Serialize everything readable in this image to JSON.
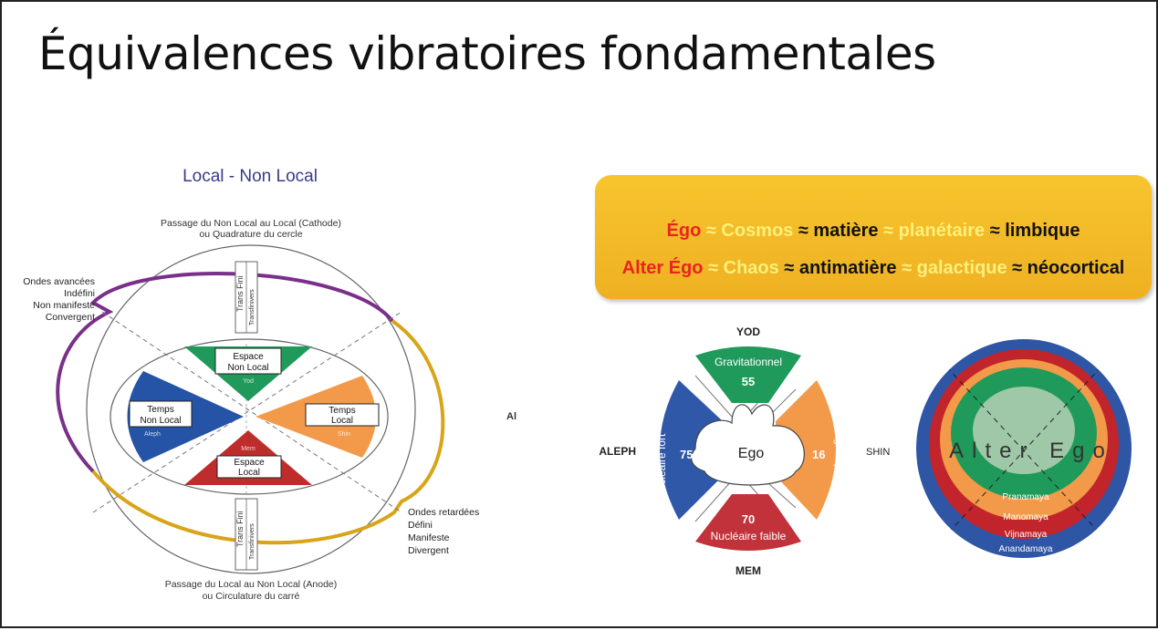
{
  "title": "Équivalences vibratoires fondamentales",
  "left_diagram": {
    "heading": "Local - Non Local",
    "top_caption": [
      "Passage du Non Local au Local (Cathode)",
      "ou Quadrature du cercle"
    ],
    "bottom_caption": [
      "Passage du Local au Non Local (Anode)",
      "ou Circulature du carré"
    ],
    "left_waves": [
      "Ondes avancées",
      "Indéfini",
      "Non manifeste",
      "Convergent"
    ],
    "right_waves": [
      "Ondes retardées",
      "Défini",
      "Manifeste",
      "Divergent"
    ],
    "vertical_top": [
      "Trans Fini",
      "Transfinivers"
    ],
    "vertical_bottom": [
      "Trans Fini",
      "Transfinivers"
    ],
    "espace_non_local": [
      "Espace",
      "Non Local"
    ],
    "yod": "Yod",
    "temps_non_local": [
      "Temps",
      "Non Local"
    ],
    "aleph": "Aleph",
    "temps_local": [
      "Temps",
      "Local"
    ],
    "shin": "Shin",
    "mem": "Mem",
    "espace_local": [
      "Espace",
      "Local"
    ],
    "colors": {
      "green": "#1f9a5a",
      "blue": "#2553a5",
      "orange": "#f39a4a",
      "red": "#be2c2c",
      "purple": "#7a2f8a",
      "gold": "#d8a418"
    }
  },
  "stray_label": "Al",
  "banner": {
    "line1": [
      "Égo",
      " ≈ Cosmos",
      " ≈ matière",
      " ≈ planétaire",
      " ≈ limbique"
    ],
    "line2": [
      "Alter Égo",
      " ≈ Chaos",
      " ≈ antimatière",
      " ≈ galactique",
      " ≈ néocortical"
    ]
  },
  "cross_diagram": {
    "yod": "YOD",
    "aleph": "ALEPH",
    "shin": "SHIN",
    "mem": "MEM",
    "top_label": "Gravitationnel",
    "top_value": "55",
    "left_label": "Nucléaire fort",
    "left_value": "75",
    "right_label": "Électromagnétique",
    "right_value": "16",
    "bottom_label": "Nucléaire faible",
    "bottom_value": "70",
    "center": "Ego"
  },
  "ellipse_diagram": {
    "center": "Alter Ego",
    "layers": [
      "Pranamaya",
      "Manomaya",
      "Vijnamaya",
      "Anandamaya"
    ],
    "colors": [
      "#2f55a5",
      "#c2242b",
      "#f39a4a",
      "#1f9a5a",
      "#9fc8a8"
    ]
  }
}
